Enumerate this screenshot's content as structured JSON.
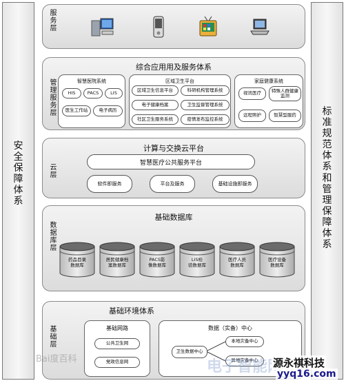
{
  "left_column": {
    "chars": [
      "安",
      "全",
      "保",
      "障",
      "体",
      "系"
    ]
  },
  "right_column": {
    "chars": [
      "标",
      "准",
      "规",
      "范",
      "体",
      "系",
      "和",
      "管",
      "理",
      "保",
      "障",
      "体",
      "系"
    ]
  },
  "service_layer": {
    "label": "服务层",
    "devices": [
      "desktop-computer-icon",
      "mobile-phone-icon",
      "television-icon",
      "laptop-icon"
    ]
  },
  "management_layer": {
    "label": "管理服务层",
    "title": "综合应用用及服务体系",
    "smart_hospital": {
      "title": "智慧医院系统",
      "items": [
        "HIS",
        "PACS",
        "LIS",
        "医生工作站",
        "电子病历"
      ]
    },
    "regional_health": {
      "title": "区域卫生平台",
      "items": [
        "区域卫生信息平台",
        "科研机构管理系统",
        "电子健康档案",
        "卫生监督管理系统",
        "社区卫生服务系统",
        "疫情发布监控系统"
      ]
    },
    "family_health": {
      "title": "家庭健康系统",
      "items": [
        "视讯医疗",
        "特殊人群健康监测",
        "远程照护",
        "智慧型服药"
      ]
    }
  },
  "cloud_layer": {
    "label": "云层",
    "title": "计算与交换云平台",
    "platform": "智慧医疗公共服务平台",
    "services": [
      "软件即服务",
      "平台及服务",
      "基础设施即服务"
    ]
  },
  "database_layer": {
    "label": "数据库层",
    "title": "基础数据库",
    "databases": [
      "药品目录数据库",
      "居民健康档案数据库",
      "PACS影像数据库",
      "LIS检验数据库",
      "医疗人员数据库",
      "医疗设备数据库"
    ]
  },
  "infrastructure_layer": {
    "label": "基础层",
    "title": "基础环境体系",
    "network": {
      "title": "基础网路",
      "items": [
        "公共卫生网",
        "党政信息网"
      ]
    },
    "datacenter": {
      "title": "数据（实备）中心",
      "center": "卫生数据中心",
      "items": [
        "本地灾备中心",
        "异地灾备中心"
      ]
    }
  },
  "watermarks": {
    "baidu": "Bai度百科",
    "brand": "源永祺科技",
    "url": "yyq16.com",
    "overlay": "电子智能网"
  }
}
